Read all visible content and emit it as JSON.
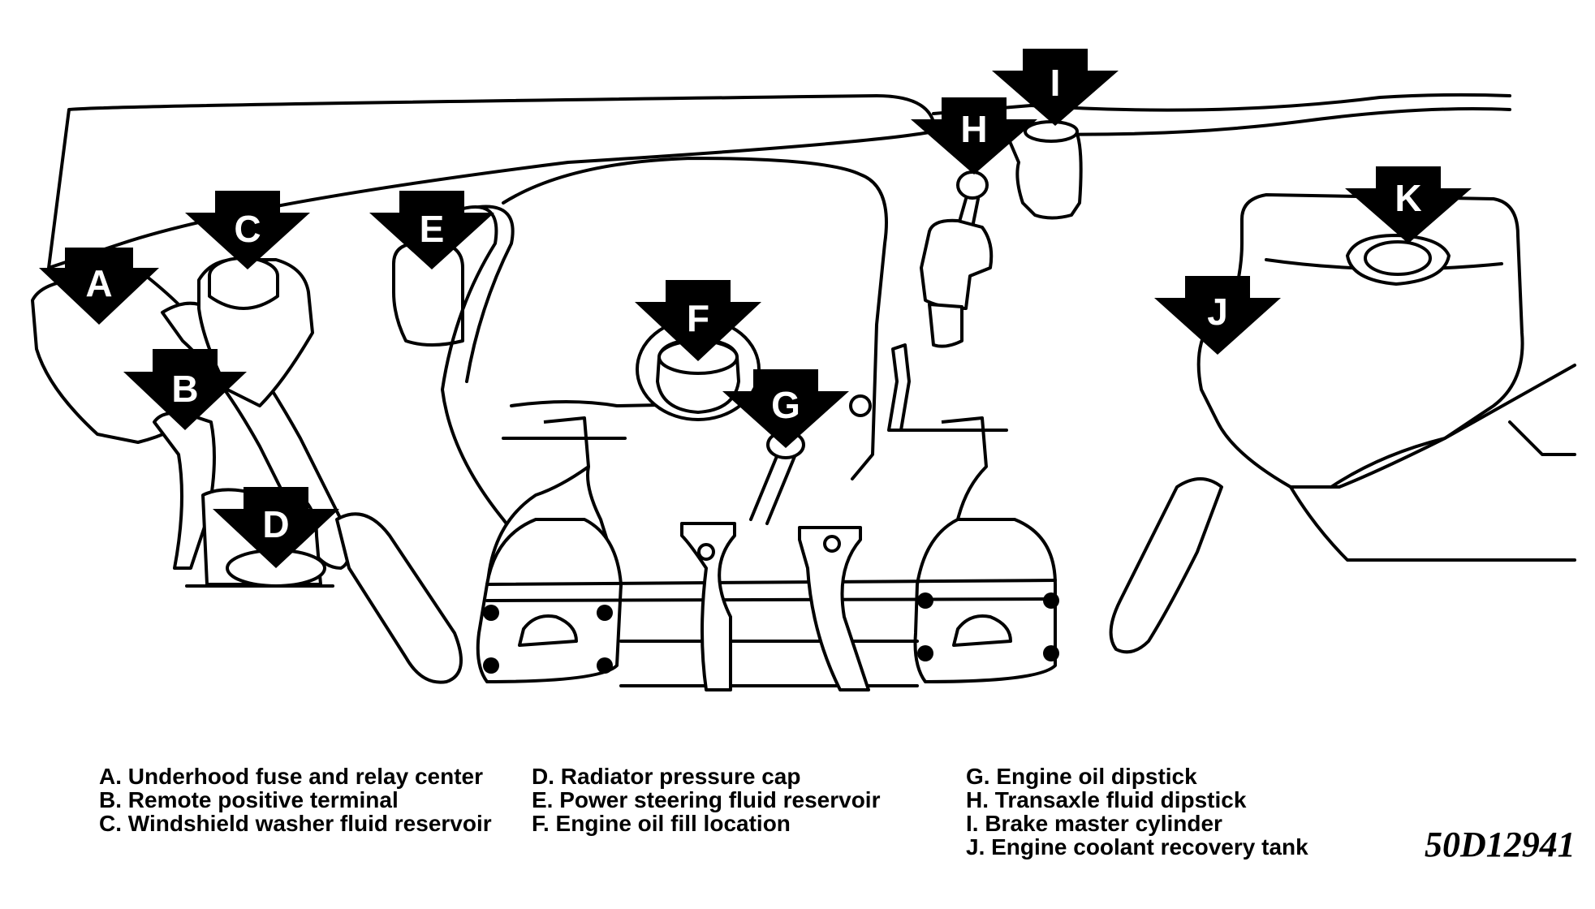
{
  "callouts": {
    "A": "A",
    "B": "B",
    "C": "C",
    "D": "D",
    "E": "E",
    "F": "F",
    "G": "G",
    "H": "H",
    "I": "I",
    "J": "J",
    "K": "K"
  },
  "legend": {
    "col1": [
      "A. Underhood fuse and relay center",
      "B. Remote positive terminal",
      "C. Windshield washer fluid reservoir"
    ],
    "col2": [
      "D. Radiator pressure cap",
      "E. Power steering fluid reservoir",
      "F. Engine oil fill location"
    ],
    "col3": [
      "G. Engine oil dipstick",
      "H. Transaxle fluid dipstick",
      "I. Brake master cylinder",
      "J. Engine coolant recovery tank"
    ]
  },
  "figure_id": "50D12941"
}
